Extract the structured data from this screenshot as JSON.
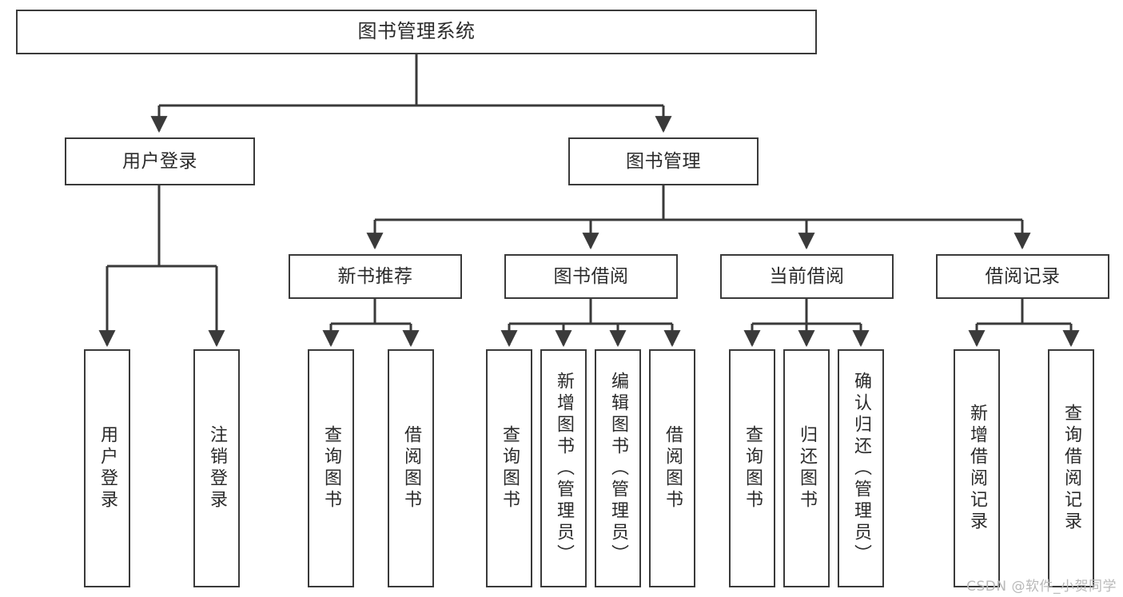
{
  "diagram": {
    "title": "图书管理系统",
    "type": "hierarchy-tree",
    "watermark": "CSDN @软件_小贺同学"
  },
  "root": {
    "label": "图书管理系统"
  },
  "level2": [
    {
      "label": "用户登录"
    },
    {
      "label": "图书管理"
    }
  ],
  "level3": [
    {
      "label": "新书推荐"
    },
    {
      "label": "图书借阅"
    },
    {
      "label": "当前借阅"
    },
    {
      "label": "借阅记录"
    }
  ],
  "leaves": {
    "user_login": [
      {
        "label": "用户登录"
      },
      {
        "label": "注销登录"
      }
    ],
    "new_book_recommend": [
      {
        "label": "查询图书"
      },
      {
        "label": "借阅图书"
      }
    ],
    "book_borrow": [
      {
        "label": "查询图书"
      },
      {
        "label": "新增图书（管理员）"
      },
      {
        "label": "编辑图书（管理员）"
      },
      {
        "label": "借阅图书"
      }
    ],
    "current_borrow": [
      {
        "label": "查询图书"
      },
      {
        "label": "归还图书"
      },
      {
        "label": "确认归还（管理员）"
      }
    ],
    "borrow_record": [
      {
        "label": "新增借阅记录"
      },
      {
        "label": "查询借阅记录"
      }
    ]
  },
  "colors": {
    "stroke": "#3a3a3a",
    "text": "#2b2b2b",
    "background": "#ffffff",
    "watermark": "#b9b9b9"
  }
}
